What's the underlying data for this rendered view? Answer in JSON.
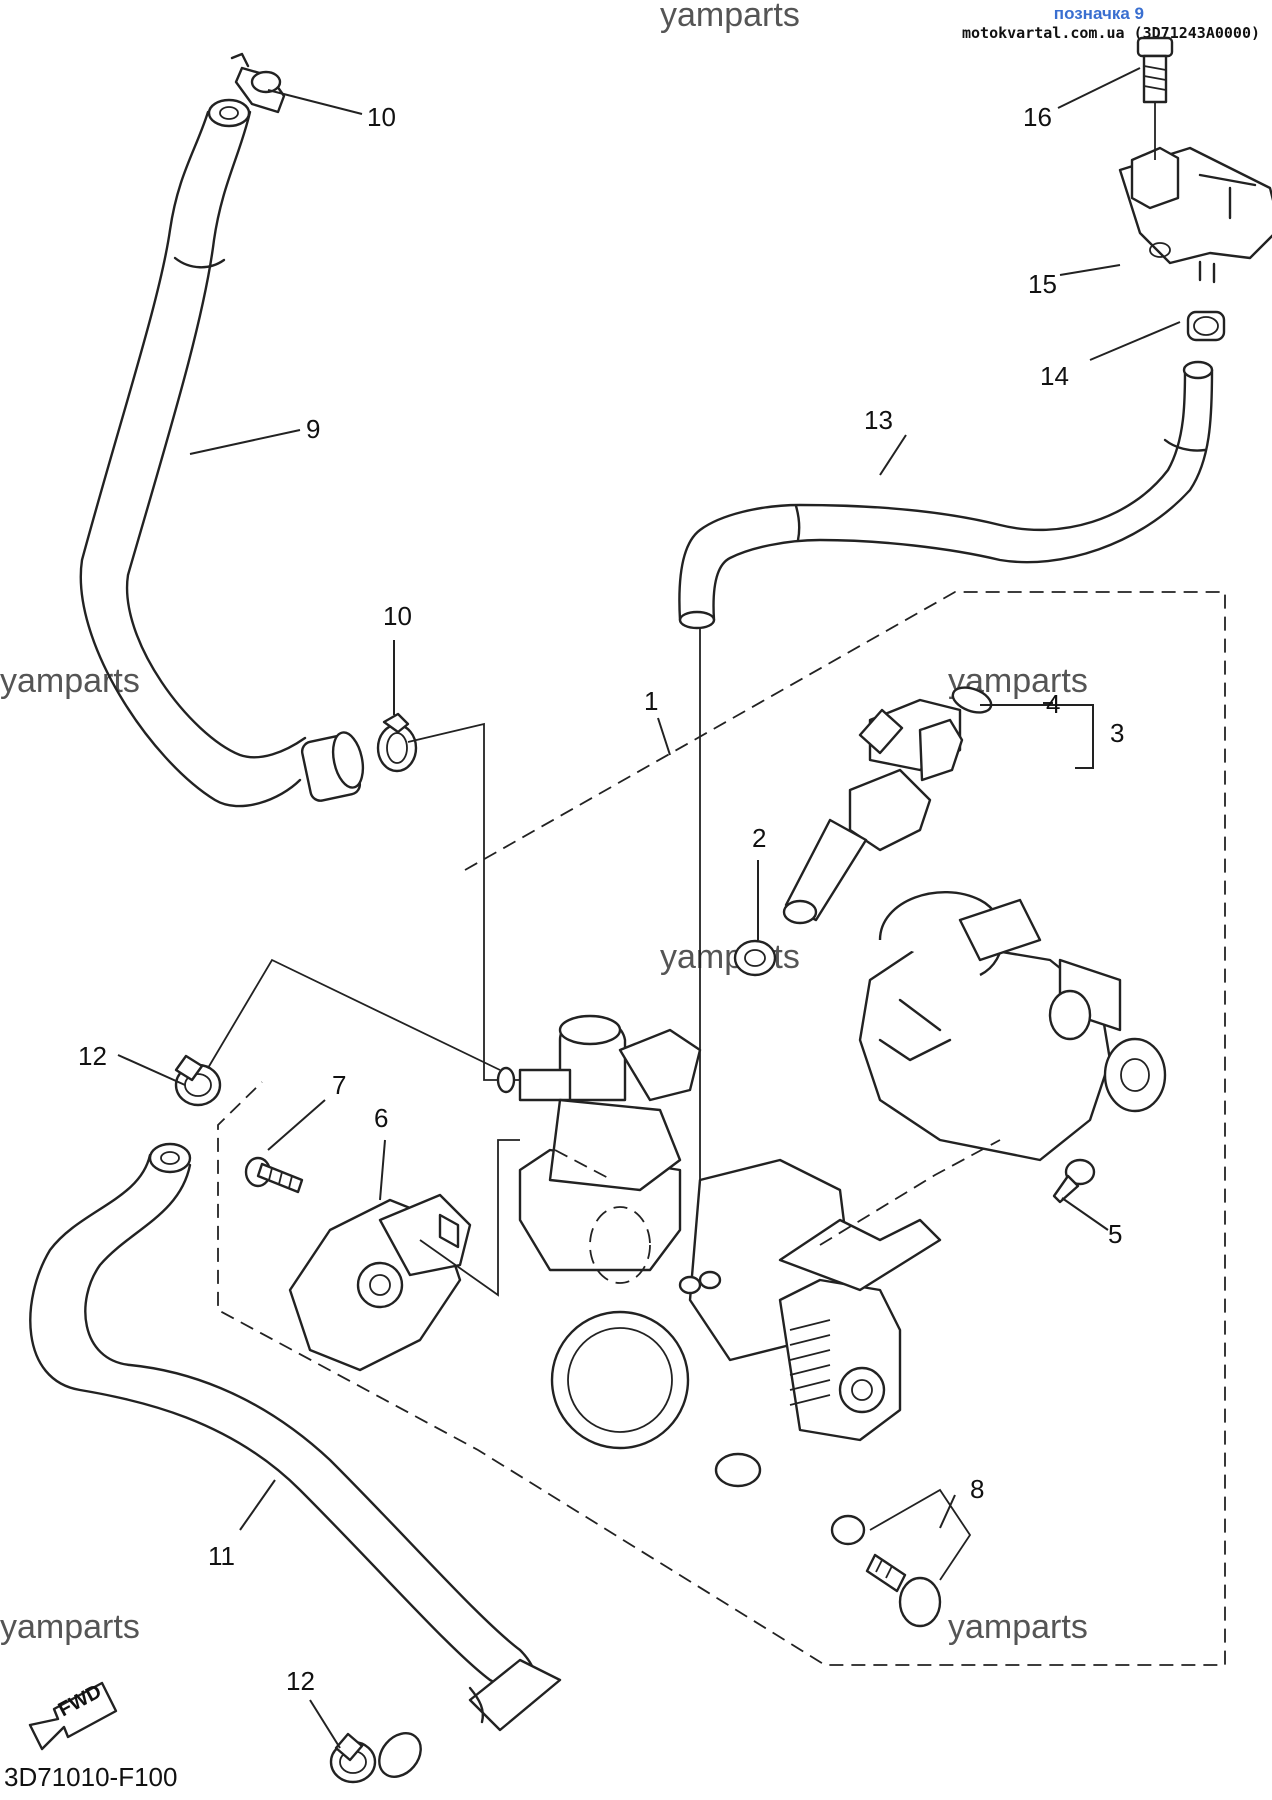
{
  "header": {
    "badge_text": "позначка 9",
    "site_text": "motokvartal.com.ua (3D71243A0000)",
    "badge_color": "#3a6fd0"
  },
  "watermarks": [
    "yamparts",
    "yamparts",
    "yamparts",
    "yamparts",
    "yamparts",
    "yamparts"
  ],
  "callouts": {
    "c1": "1",
    "c2": "2",
    "c3": "3",
    "c4": "4",
    "c5": "5",
    "c6": "6",
    "c7": "7",
    "c8": "8",
    "c9": "9",
    "c10a": "10",
    "c10b": "10",
    "c11": "11",
    "c12a": "12",
    "c12b": "12",
    "c13": "13",
    "c14": "14",
    "c15": "15",
    "c16": "16"
  },
  "footer": {
    "diagram_code": "3D71010-F100",
    "fwd_label": "FWD"
  },
  "icons": [
    "fwd-arrow-icon"
  ]
}
